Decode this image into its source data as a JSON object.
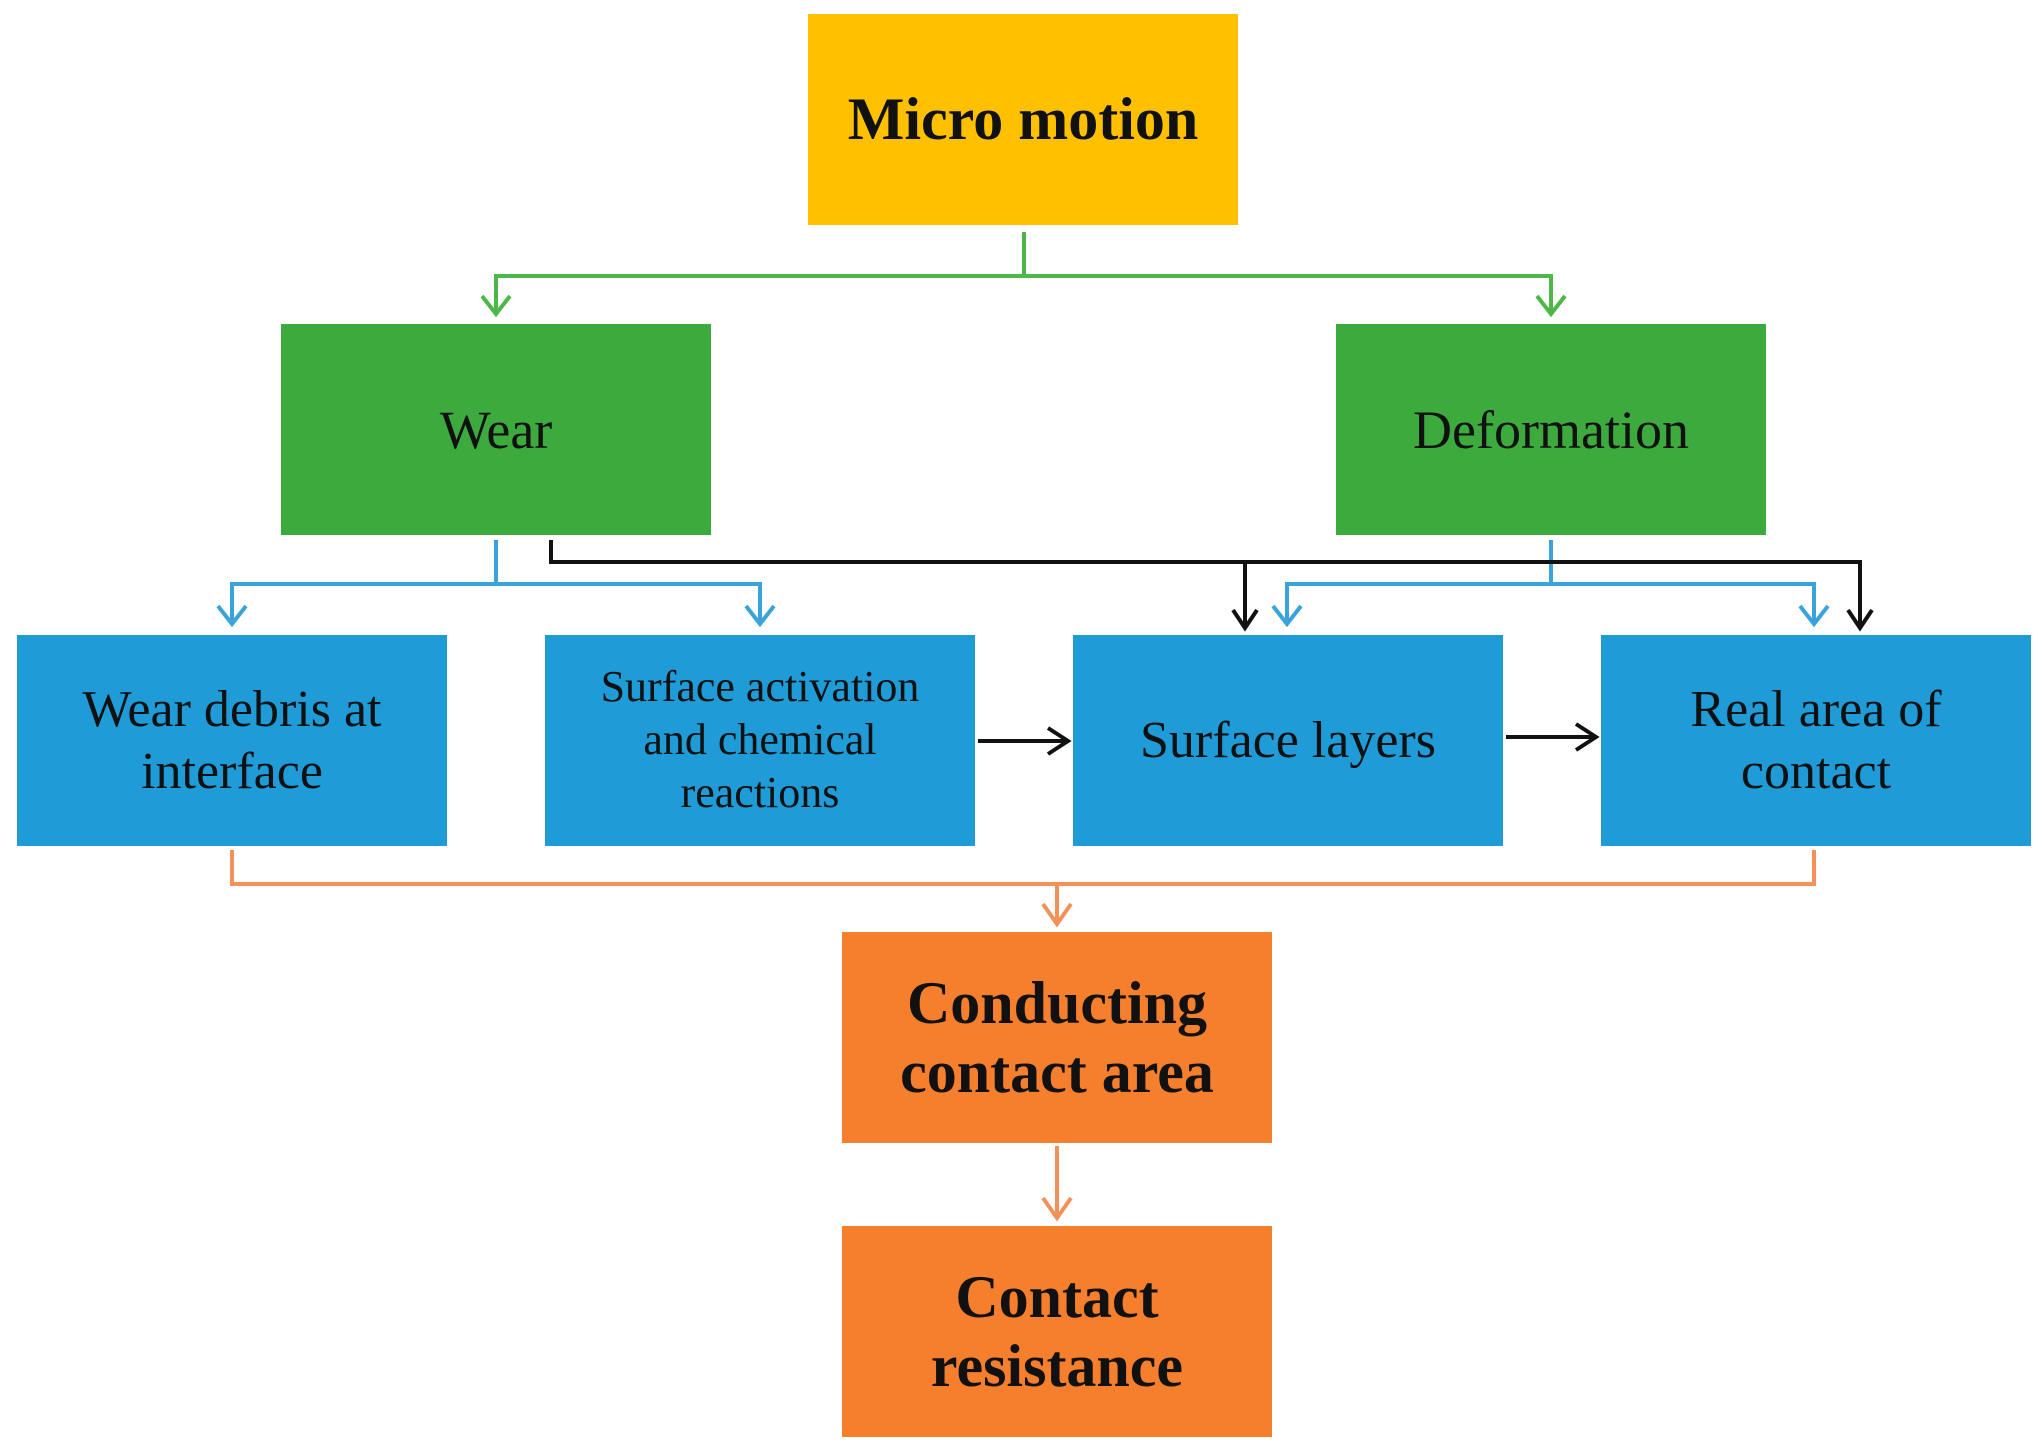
{
  "nodes": {
    "micro_motion": "Micro motion",
    "wear": "Wear",
    "deformation": "Deformation",
    "wear_debris": [
      "Wear debris at",
      "interface"
    ],
    "surface_activation": [
      "Surface activation",
      "and chemical",
      "reactions"
    ],
    "surface_layers": "Surface layers",
    "real_area": [
      "Real area of",
      "contact"
    ],
    "conducting_area": [
      "Conducting",
      "contact area"
    ],
    "contact_resistance": [
      "Contact",
      "resistance"
    ]
  },
  "colors": {
    "top_node": "#ffc000",
    "mechanism_nodes": "#3daa3d",
    "effect_nodes": "#1f9bd8",
    "result_nodes": "#f57f2c",
    "green_arrows": "#4db848",
    "blue_arrows": "#3aa3dc",
    "black_arrows": "#111111",
    "orange_arrows": "#f4915a"
  }
}
